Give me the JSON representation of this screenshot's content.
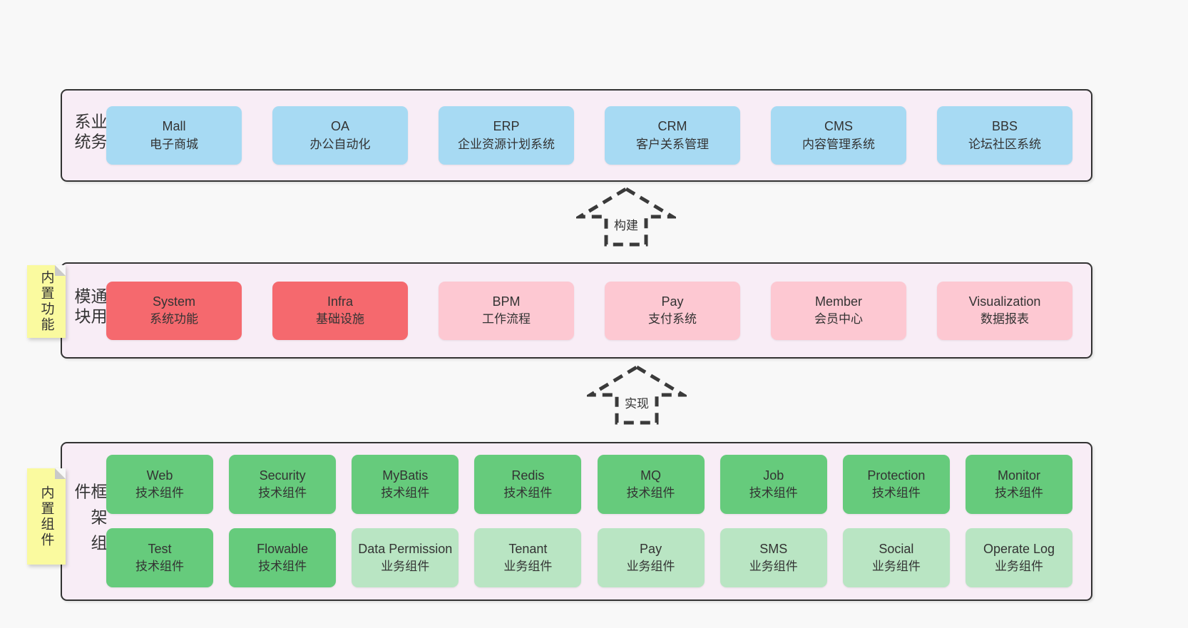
{
  "colors": {
    "page-bg": "#f8f8f8",
    "panel-bg": "#f8edf6",
    "panel-border": "#333333",
    "blue": "#a7daf3",
    "red": "#f5696e",
    "pink": "#fdc8d2",
    "green": "#66cb7c",
    "lightgreen": "#b9e5c3",
    "yellow": "#fafa9f",
    "fold": "#c9c9c9",
    "arrow": "#3a3a3a",
    "text": "#333333"
  },
  "arrows": [
    {
      "label": "构建"
    },
    {
      "label": "实现"
    }
  ],
  "panels": {
    "business": {
      "label": "业务系统",
      "boxes": [
        {
          "name": "Mall",
          "desc": "电子商城",
          "type": "blue"
        },
        {
          "name": "OA",
          "desc": "办公自动化",
          "type": "blue"
        },
        {
          "name": "ERP",
          "desc": "企业资源计划系统",
          "type": "blue"
        },
        {
          "name": "CRM",
          "desc": "客户关系管理",
          "type": "blue"
        },
        {
          "name": "CMS",
          "desc": "内容管理系统",
          "type": "blue"
        },
        {
          "name": "BBS",
          "desc": "论坛社区系统",
          "type": "blue"
        }
      ]
    },
    "modules": {
      "label": "通用模块",
      "tag": "内置功能",
      "boxes": [
        {
          "name": "System",
          "desc": "系统功能",
          "type": "red"
        },
        {
          "name": "Infra",
          "desc": "基础设施",
          "type": "red"
        },
        {
          "name": "BPM",
          "desc": "工作流程",
          "type": "pink"
        },
        {
          "name": "Pay",
          "desc": "支付系统",
          "type": "pink"
        },
        {
          "name": "Member",
          "desc": "会员中心",
          "type": "pink"
        },
        {
          "name": "Visualization",
          "desc": "数据报表",
          "type": "pink"
        }
      ]
    },
    "framework": {
      "label": "框架组件",
      "tag": "内置组件",
      "rows": [
        {
          "boxes": [
            {
              "name": "Web",
              "desc": "技术组件",
              "type": "tech"
            },
            {
              "name": "Security",
              "desc": "技术组件",
              "type": "tech"
            },
            {
              "name": "MyBatis",
              "desc": "技术组件",
              "type": "tech"
            },
            {
              "name": "Redis",
              "desc": "技术组件",
              "type": "tech"
            },
            {
              "name": "MQ",
              "desc": "技术组件",
              "type": "tech"
            },
            {
              "name": "Job",
              "desc": "技术组件",
              "type": "tech"
            },
            {
              "name": "Protection",
              "desc": "技术组件",
              "type": "tech"
            },
            {
              "name": "Monitor",
              "desc": "技术组件",
              "type": "tech"
            }
          ]
        },
        {
          "boxes": [
            {
              "name": "Test",
              "desc": "技术组件",
              "type": "tech"
            },
            {
              "name": "Flowable",
              "desc": "技术组件",
              "type": "tech"
            },
            {
              "name": "Data Permission",
              "desc": "业务组件",
              "type": "biz"
            },
            {
              "name": "Tenant",
              "desc": "业务组件",
              "type": "biz"
            },
            {
              "name": "Pay",
              "desc": "业务组件",
              "type": "biz"
            },
            {
              "name": "SMS",
              "desc": "业务组件",
              "type": "biz"
            },
            {
              "name": "Social",
              "desc": "业务组件",
              "type": "biz"
            },
            {
              "name": "Operate Log",
              "desc": "业务组件",
              "type": "biz"
            }
          ]
        }
      ]
    }
  }
}
